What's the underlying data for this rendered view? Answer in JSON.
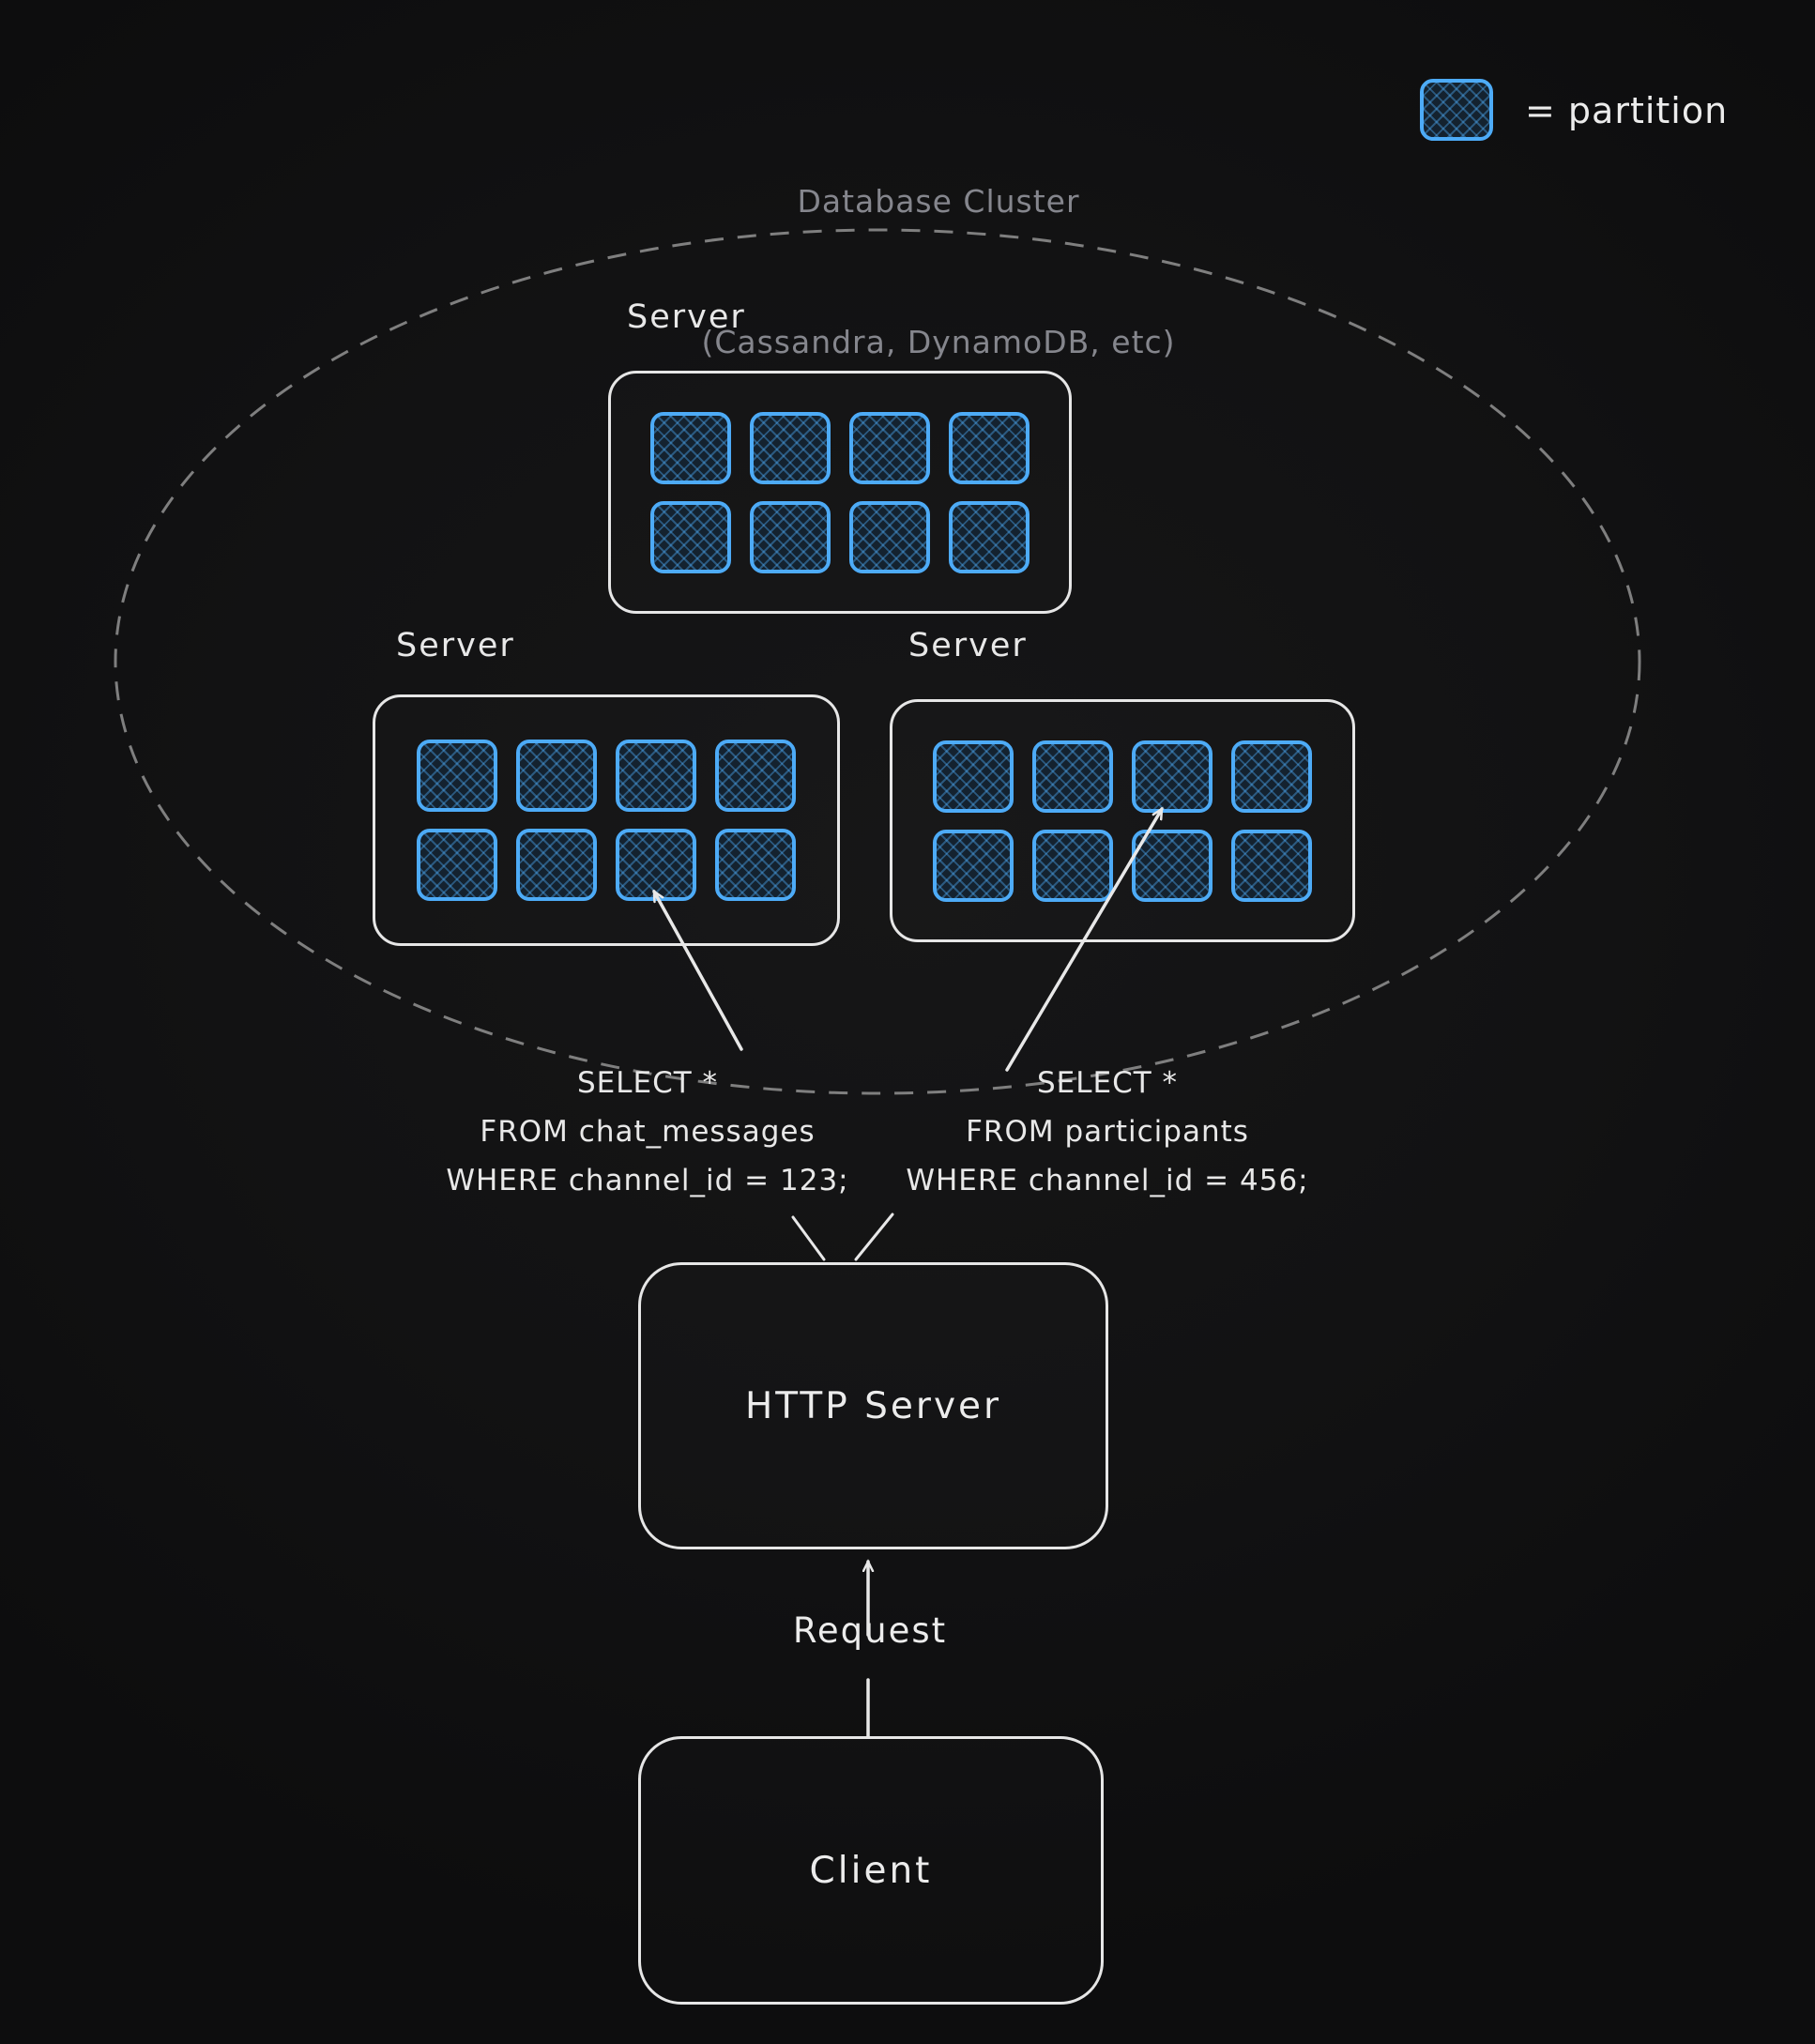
{
  "title": {
    "line1": "Database Cluster",
    "line2": "(Cassandra, DynamoDB, etc)"
  },
  "legend": {
    "label": "= partition"
  },
  "cluster": {
    "servers": [
      {
        "label": "Server",
        "partitions": 8
      },
      {
        "label": "Server",
        "partitions": 8
      },
      {
        "label": "Server",
        "partitions": 8
      }
    ]
  },
  "queries": {
    "left": {
      "lines": [
        "SELECT *",
        "FROM chat_messages",
        "WHERE channel_id = 123;"
      ]
    },
    "right": {
      "lines": [
        "SELECT *",
        "FROM participants",
        "WHERE channel_id = 456;"
      ]
    }
  },
  "http_server": {
    "label": "HTTP Server"
  },
  "client": {
    "label": "Client"
  },
  "request": {
    "label": "Request"
  },
  "colors": {
    "background": "#121213",
    "partition_blue": "#4dabf7",
    "partition_fill": "#14222f",
    "box_stroke": "#e6e6e6",
    "muted_text": "#85868d",
    "dashed_boundary": "#7f7f7f"
  }
}
